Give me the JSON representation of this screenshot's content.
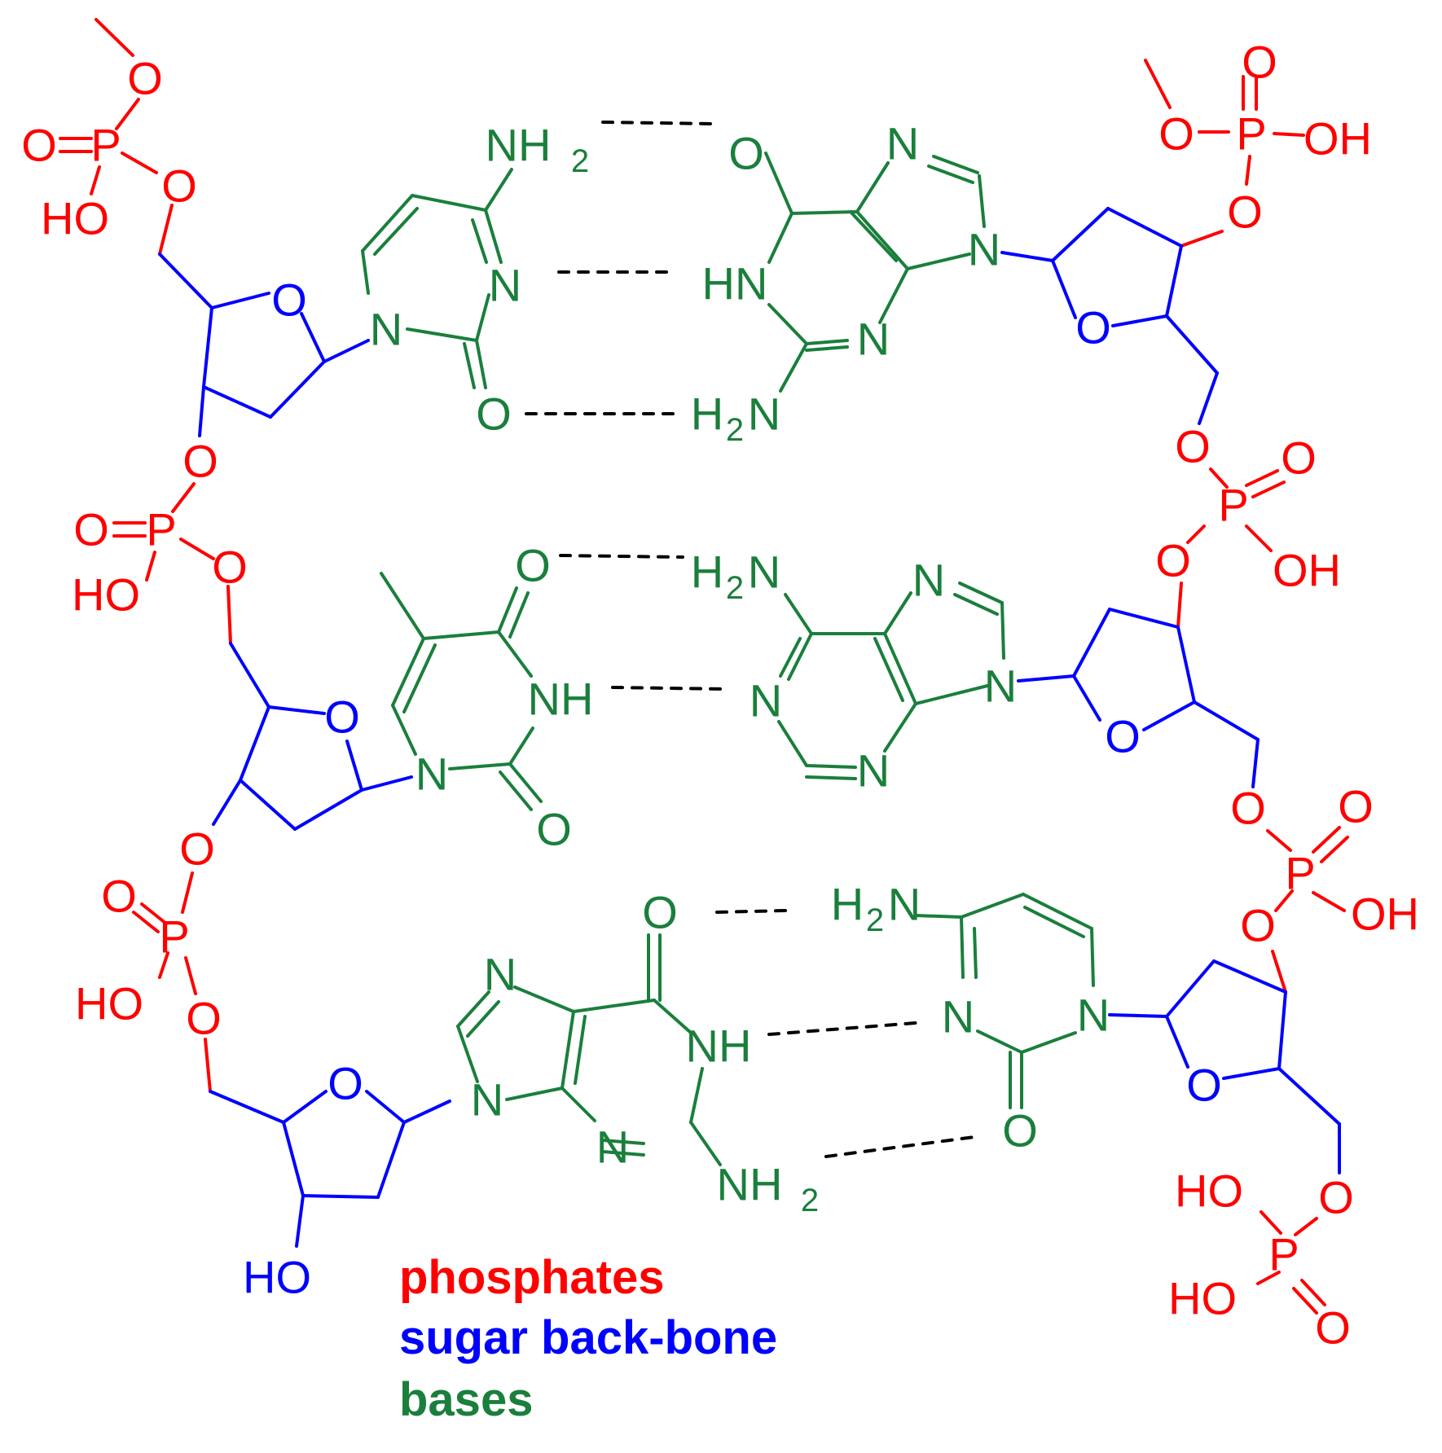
{
  "colors": {
    "phosphates": "#ff0000",
    "sugar_backbone": "#0000ff",
    "bases": "#1a7f3c",
    "hydrogen_bonds": "#000000"
  },
  "atoms": {
    "O": "O",
    "N": "N",
    "P": "P",
    "OH": "OH",
    "HO": "HO",
    "HN": "HN",
    "NH": "NH",
    "NH2_main": "NH",
    "H2N_main": "H",
    "H2N_tail": "N",
    "sub2": "2"
  },
  "legend": {
    "phosphates": "phosphates",
    "sugar_backbone": "sugar back-bone",
    "bases": "bases"
  }
}
